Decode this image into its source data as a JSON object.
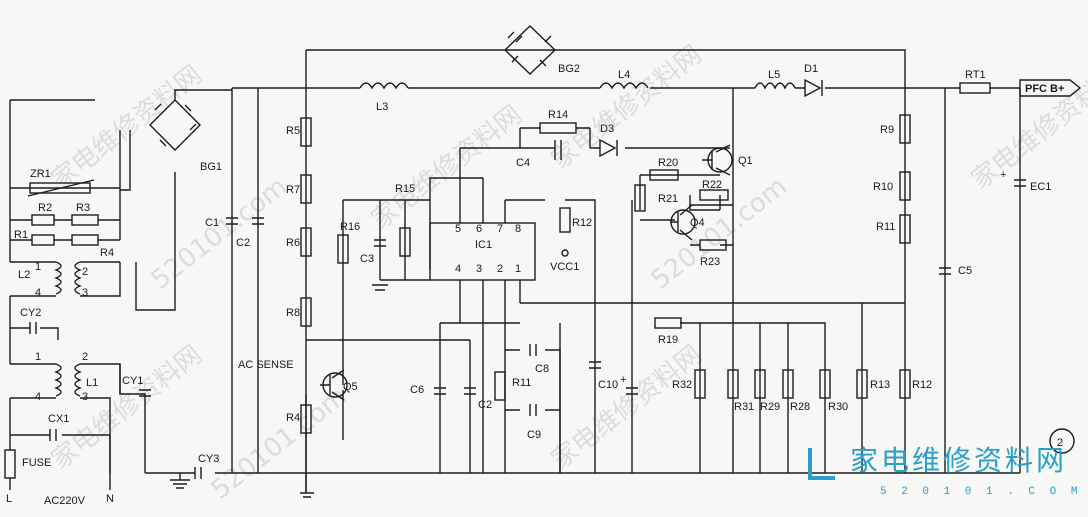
{
  "diagram": {
    "labels": {
      "BG2": "BG2",
      "BG1": "BG1",
      "L3": "L3",
      "L4": "L4",
      "L5": "L5",
      "D1": "D1",
      "RT1": "RT1",
      "PFC": "PFC B+",
      "R5": "R5",
      "R7": "R7",
      "R6": "R6",
      "R8": "R8",
      "R4": "R4",
      "R14": "R14",
      "D3": "D3",
      "C4": "C4",
      "R20": "R20",
      "Q1": "Q1",
      "R22": "R22",
      "R21": "R21",
      "Q4": "Q4",
      "R23": "R23",
      "R15": "R15",
      "R16": "R16",
      "C3": "C3",
      "IC1": "IC1",
      "R12a": "R12",
      "VCC1": "VCC1",
      "R9": "R9",
      "R10": "R10",
      "R11a": "R11",
      "EC1": "EC1",
      "C5": "C5",
      "C1": "C1",
      "C2a": "C2",
      "ZR1": "ZR1",
      "R2": "R2",
      "R3": "R3",
      "R1": "R1",
      "R4b": "R4",
      "L2": "L2",
      "CY2": "CY2",
      "L1": "L1",
      "CY1": "CY1",
      "CX1": "CX1",
      "FUSE": "FUSE",
      "CY3": "CY3",
      "ACSENSE": "AC SENSE",
      "Q5": "Q5",
      "C6": "C6",
      "C2b": "C2",
      "R11b": "R11",
      "C8": "C8",
      "C9": "C9",
      "C10": "C10",
      "R19": "R19",
      "R32": "R32",
      "R31": "R31",
      "R29": "R29",
      "R28": "R28",
      "R30": "R30",
      "R13": "R13",
      "R12b": "R12",
      "L": "L",
      "N": "N",
      "AC220V": "AC220V",
      "p5": "5",
      "p6": "6",
      "p7": "7",
      "p8": "8",
      "p4": "4",
      "p3": "3",
      "p2": "2",
      "p1": "1",
      "t1": "1",
      "t2": "2",
      "t3": "3",
      "t4": "4",
      "u1": "1",
      "u2": "2",
      "u3": "3",
      "u4": "4",
      "fig": "2"
    },
    "watermark": "家电维修资料网",
    "watermark_url": "520101.com",
    "logo_text": "家电维修资料网",
    "logo_url": "5 2 0 1 0 1 . C O M"
  }
}
